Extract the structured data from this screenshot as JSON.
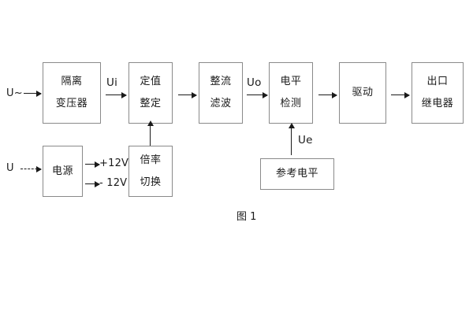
{
  "figure": {
    "caption": "图 1",
    "colors": {
      "box_border": "#8a8a8a",
      "arrow": "#1a1a1a",
      "text": "#1a1a1a",
      "background": "#ffffff"
    }
  },
  "blocks": {
    "isolation_transformer": {
      "line1": "隔离",
      "line2": "变压器"
    },
    "setting_value": {
      "line1": "定值",
      "line2": "整定"
    },
    "rectify_filter": {
      "line1": "整流",
      "line2": "滤波"
    },
    "level_detection": {
      "line1": "电平",
      "line2": "检测"
    },
    "drive": {
      "line1": "驱动"
    },
    "output_relay": {
      "line1": "出口",
      "line2": "继电器"
    },
    "power_supply": {
      "line1": "电源"
    },
    "multiplier_switch": {
      "line1": "倍率",
      "line2": "切换"
    },
    "reference_level": {
      "line1": "参考电平"
    }
  },
  "labels": {
    "ac_input": "U~",
    "dc_input": "U",
    "signal_ui": "Ui",
    "signal_uo": "Uo",
    "signal_ue": "Ue",
    "rail_positive": "+12V",
    "rail_negative": "- 12V"
  }
}
